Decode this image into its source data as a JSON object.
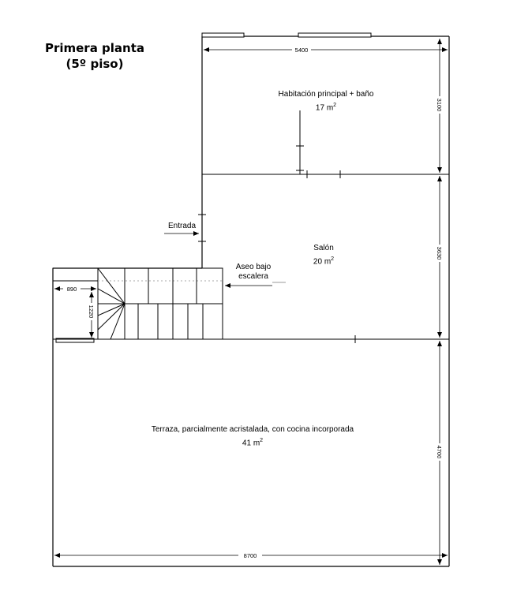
{
  "title": {
    "line1": "Primera planta",
    "line2": "(5º piso)"
  },
  "rooms": {
    "bedroom": {
      "name": "Habitación principal + baño",
      "area": "17",
      "unit": "m",
      "exp": "2"
    },
    "living": {
      "name": "Salón",
      "area": "20",
      "unit": "m",
      "exp": "2"
    },
    "terrace": {
      "name": "Terraza, parcialmente acristalada, con cocina incorporada",
      "area": "41",
      "unit": "m",
      "exp": "2"
    }
  },
  "labels": {
    "entrance": "Entrada",
    "wc_line1": "Aseo bajo",
    "wc_line2": "escalera"
  },
  "dimensions": {
    "top_width": "5400",
    "bedroom_depth": "3100",
    "living_depth": "3630",
    "terrace_depth": "4700",
    "total_width": "8700",
    "stair_width": "890",
    "stair_depth": "1220"
  }
}
